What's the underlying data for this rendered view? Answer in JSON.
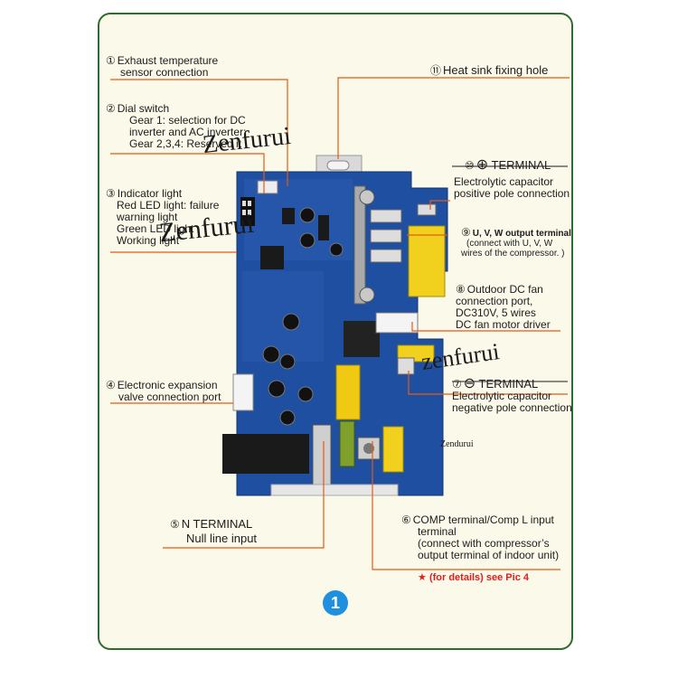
{
  "labels": {
    "l1": {
      "num": "①",
      "line1": "Exhaust temperature",
      "line2": "sensor connection"
    },
    "l2": {
      "num": "②",
      "title": "Dial switch",
      "line1": "Gear 1: selection for DC",
      "line2": "inverter and AC inverter;",
      "line3": "Gear 2,3,4: Reserved it"
    },
    "l3": {
      "num": "③",
      "title": "Indicator light",
      "line1": "Red LED light: failure",
      "line2": "warning light",
      "line3": "Green LED light :",
      "line4": "Working light"
    },
    "l4": {
      "num": "④",
      "line1": "Electronic expansion",
      "line2": "valve connection port"
    },
    "l5": {
      "num": "⑤",
      "title": "N TERMINAL",
      "line1": "Null line input"
    },
    "l6": {
      "num": "⑥",
      "line1": "COMP terminal/Comp L input",
      "line2": "terminal",
      "line3": "(connect with compressor’s",
      "line4": "output terminal of indoor unit)",
      "note": "(for details) see Pic 4"
    },
    "l7": {
      "num": "⑦",
      "symbol": "⊖",
      "title": "TERMINAL",
      "line1": "Electrolytic capacitor",
      "line2": "negative pole connection"
    },
    "l8": {
      "num": "⑧",
      "line1": "Outdoor DC fan",
      "line2": "connection port,",
      "line3": "DC310V,  5 wires",
      "line4": "DC fan motor driver"
    },
    "l9": {
      "num": "⑨",
      "title": "U, V, W output terminal",
      "line1": "(connect with U, V, W",
      "line2": "wires of the compressor. )"
    },
    "l10": {
      "num": "⑩",
      "symbol": "⊕",
      "title": "TERMINAL",
      "line1": "Electrolytic capacitor",
      "line2": "positive pole connection"
    },
    "l11": {
      "num": "⑪",
      "title": "Heat sink fixing hole"
    }
  },
  "watermark": {
    "text1": "Zenfurui",
    "text2": "Zenfurui",
    "text3": "zenfurui",
    "text4": "Zendurui"
  },
  "badge": "1",
  "colors": {
    "frame_border": "#2e6b2e",
    "frame_bg": "#fbf9e9",
    "pcb": "#1f4fa0",
    "leader": "#e65a10",
    "accent_blue": "#1f8fe0"
  }
}
